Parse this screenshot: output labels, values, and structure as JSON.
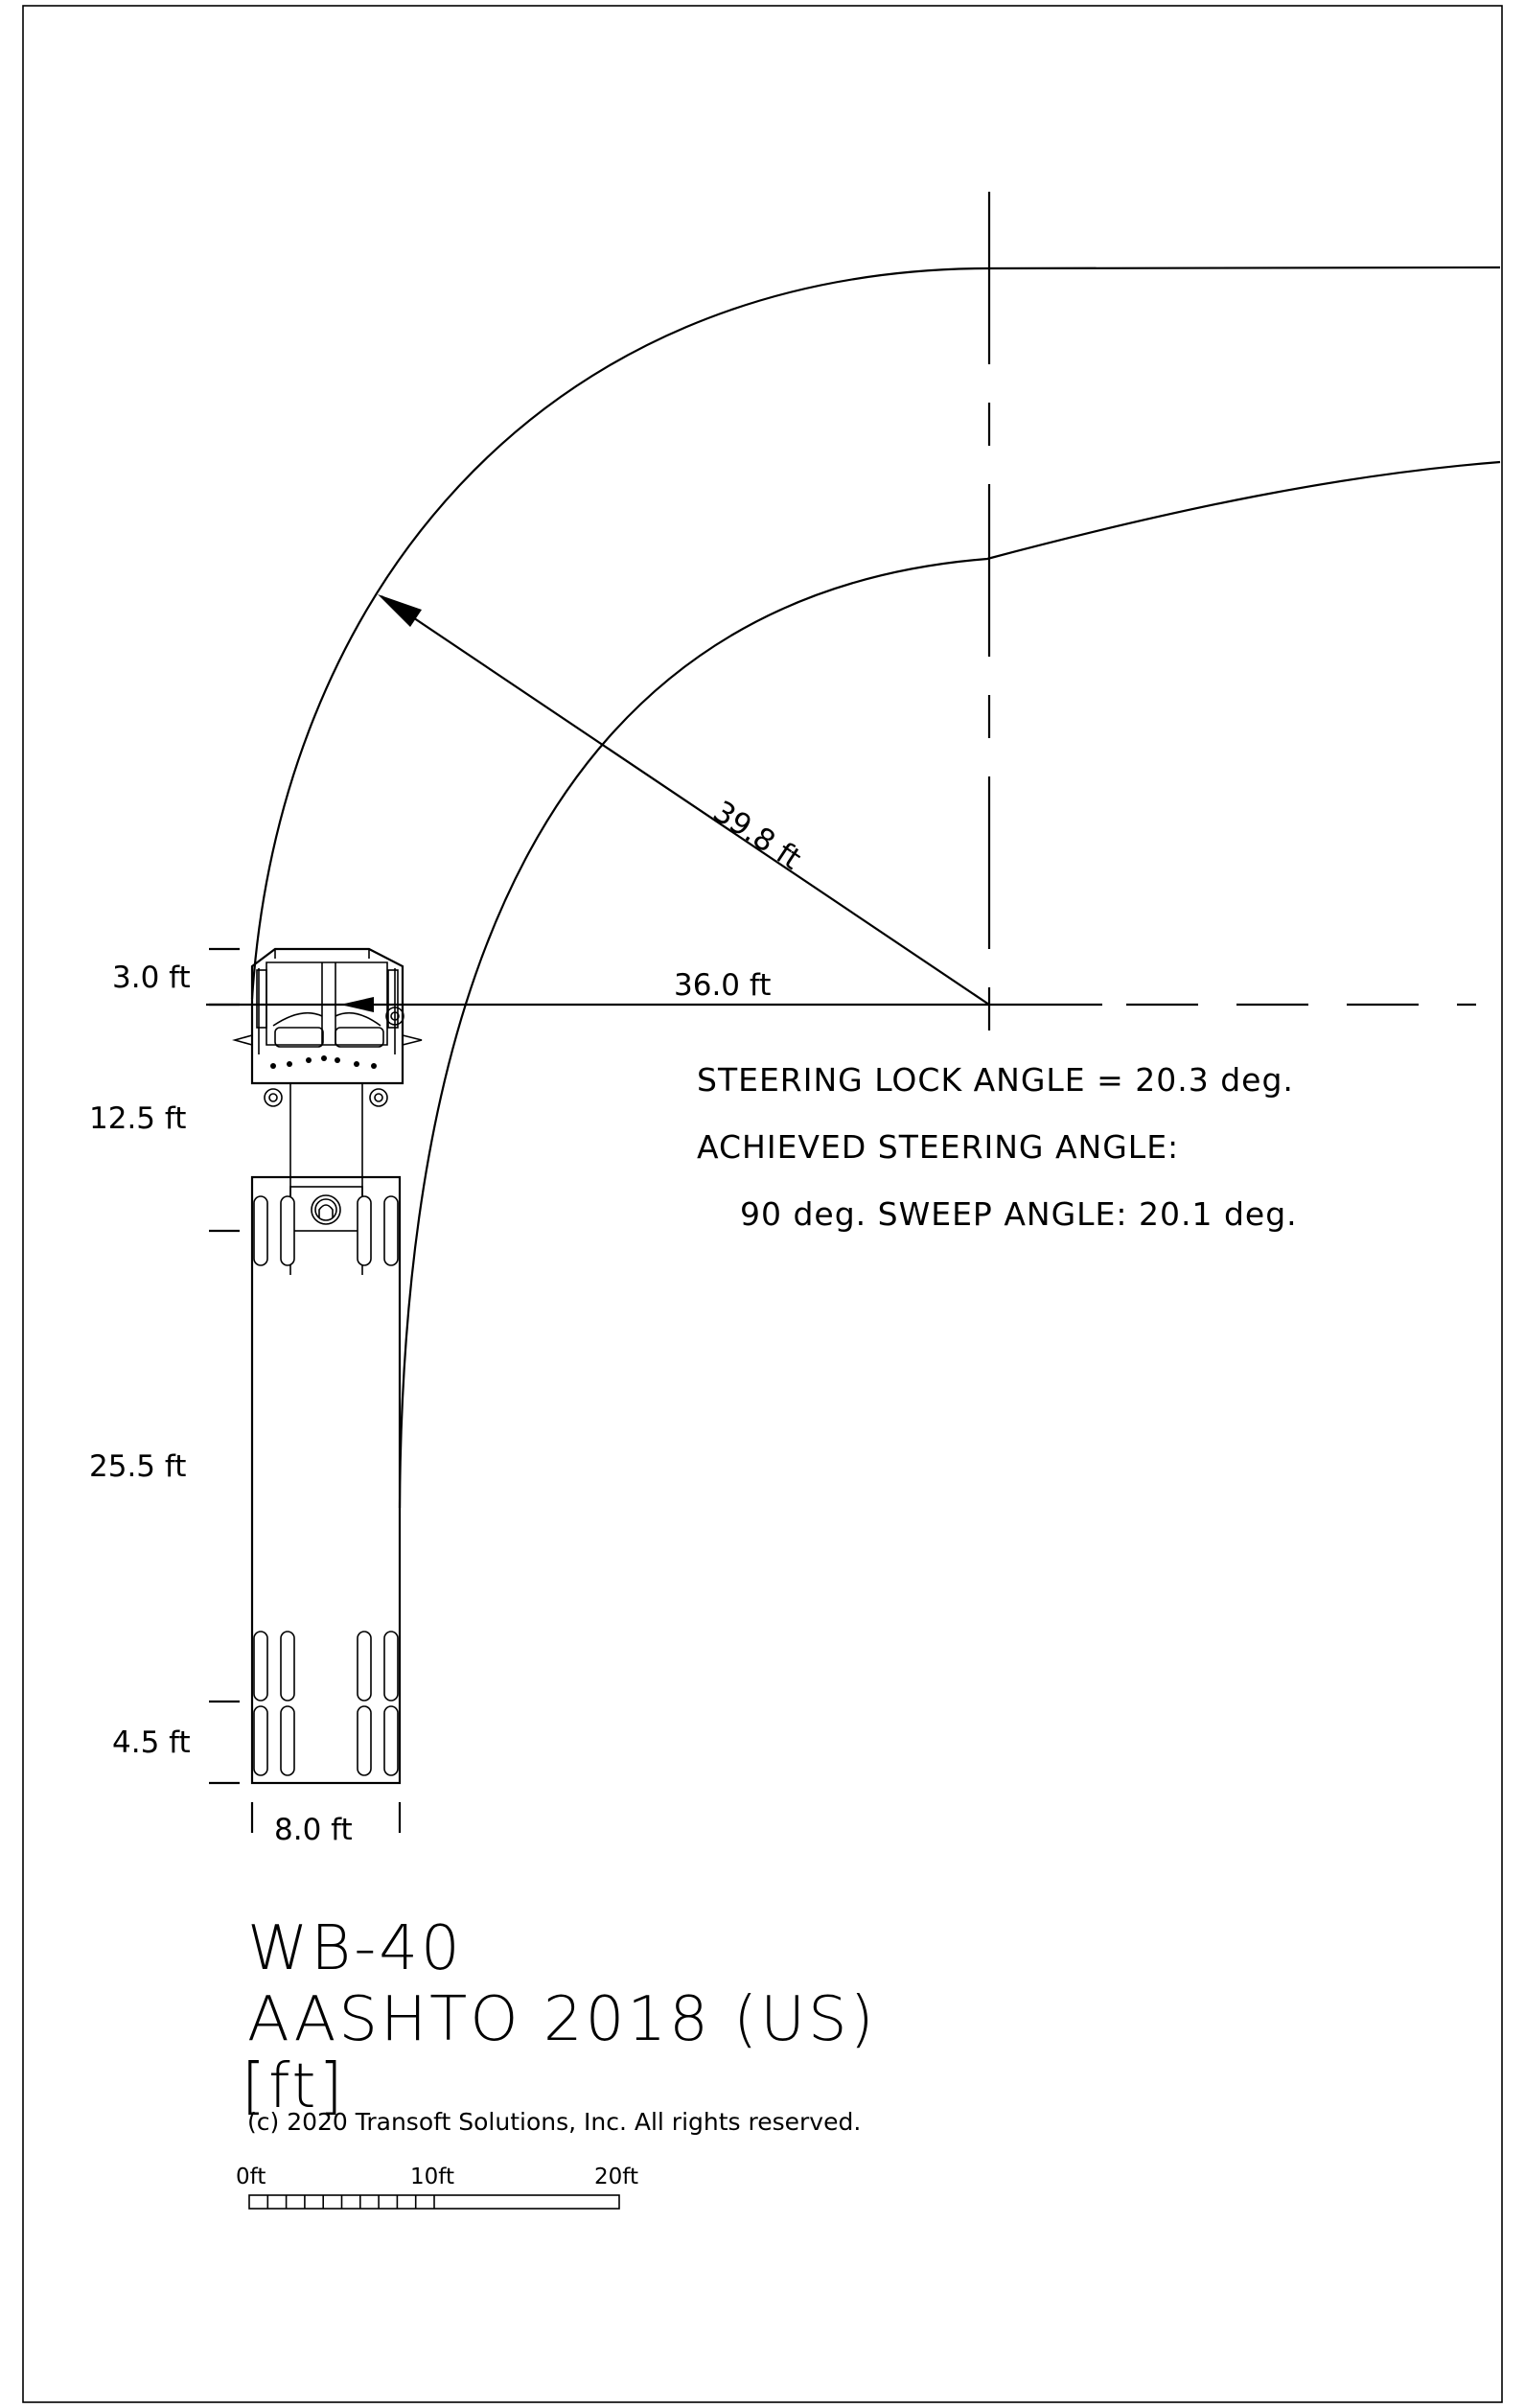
{
  "vehicle": {
    "name": "WB-40",
    "standard": "AASHTO 2018 (US)",
    "units": "[ft]"
  },
  "dimensions": {
    "front_overhang": "3.0 ft",
    "cab_to_kingpin": "12.5 ft",
    "trailer_length": "25.5 ft",
    "rear_overhang": "4.5 ft",
    "width": "8.0 ft",
    "turn_radius": "39.8 ft",
    "centerline_offset": "36.0 ft"
  },
  "notes": {
    "steering_lock": "STEERING LOCK ANGLE = 20.3 deg.",
    "achieved_steering": "ACHIEVED STEERING ANGLE:",
    "sweep": "90 deg. SWEEP ANGLE: 20.1 deg."
  },
  "copyright": "(c) 2020 Transoft Solutions, Inc. All rights reserved.",
  "scale_bar": {
    "labels": [
      "0ft",
      "10ft",
      "20ft"
    ],
    "max_ft": 20
  },
  "colors": {
    "line": "#000000",
    "background": "#ffffff"
  }
}
